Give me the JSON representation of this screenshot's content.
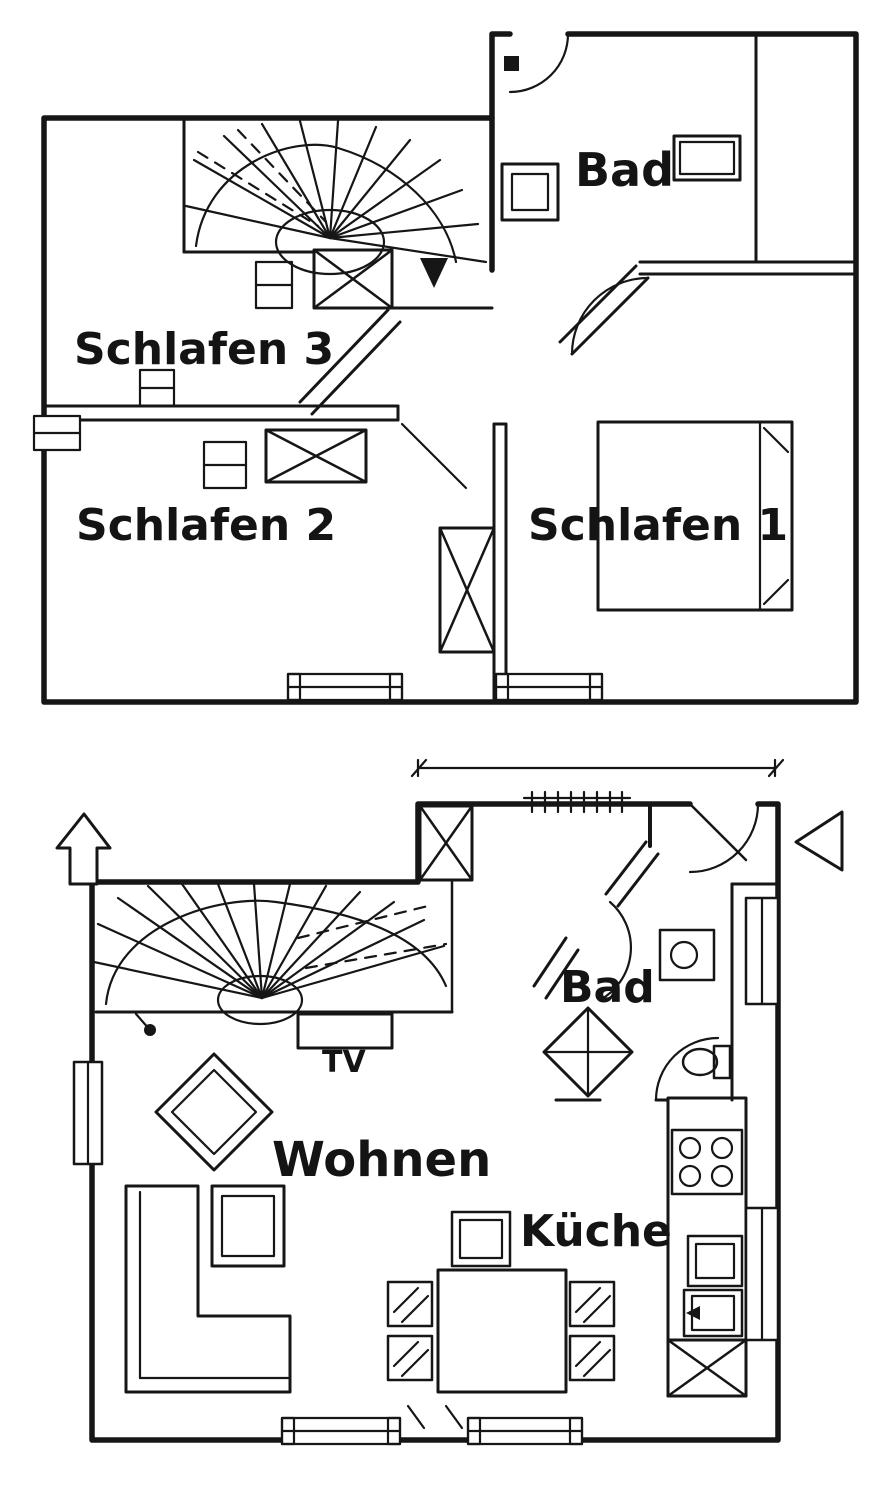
{
  "colors": {
    "ink": "#161616",
    "paper": "#ffffff"
  },
  "floors": {
    "upper": {
      "rooms": {
        "bad": "Bad",
        "schlafen_3": "Schlafen 3",
        "schlafen_2": "Schlafen 2",
        "schlafen_1": "Schlafen 1"
      }
    },
    "lower": {
      "rooms": {
        "bad": "Bad",
        "wohnen": "Wohnen",
        "kueche": "Küche"
      },
      "annotations": {
        "tv": "TV"
      }
    }
  }
}
